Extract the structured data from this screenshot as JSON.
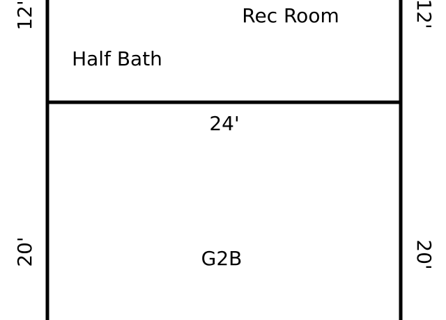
{
  "floorplan": {
    "upper_rooms": {
      "rec_room": "Rec Room",
      "half_bath": "Half Bath"
    },
    "lower_room": {
      "label": "G2B"
    },
    "dimensions": {
      "upper_left_height": "12'",
      "upper_right_height": "12'",
      "shared_width": "24'",
      "lower_left_height": "20'",
      "lower_right_height": "20'"
    },
    "colors": {
      "wall": "#000000",
      "background": "#ffffff"
    }
  }
}
